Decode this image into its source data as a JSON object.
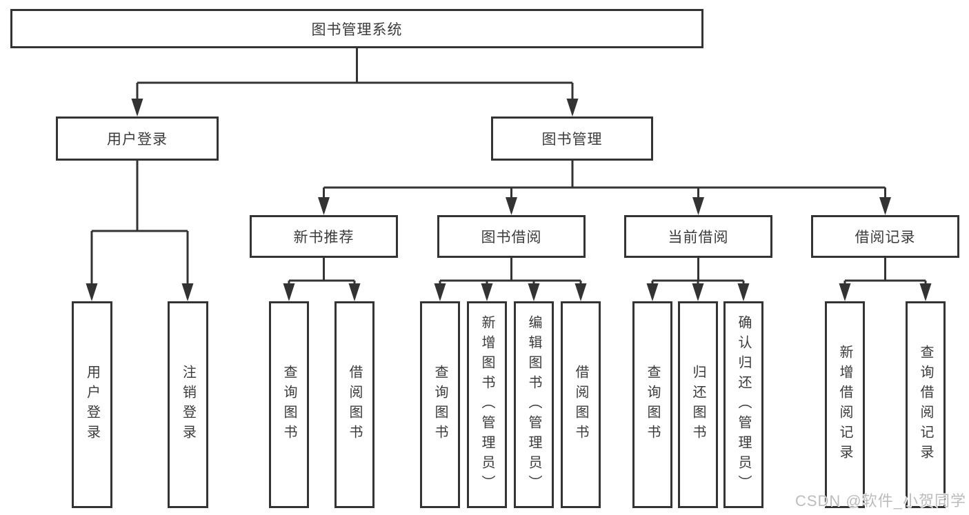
{
  "diagram": {
    "root": "图书管理系统",
    "branches": [
      {
        "label": "用户登录",
        "children": [
          "用户登录",
          "注销登录"
        ]
      },
      {
        "label": "图书管理",
        "groups": [
          {
            "label": "新书推荐",
            "children": [
              "查询图书",
              "借阅图书"
            ]
          },
          {
            "label": "图书借阅",
            "children": [
              "查询图书",
              "新增图书（管理员）",
              "编辑图书（管理员）",
              "借阅图书"
            ]
          },
          {
            "label": "当前借阅",
            "children": [
              "查询图书",
              "归还图书",
              "确认归还（管理员）"
            ]
          },
          {
            "label": "借阅记录",
            "children": [
              "新增借阅记录",
              "查询借阅记录"
            ]
          }
        ]
      }
    ]
  },
  "watermark": "CSDN @软件_小贺同学",
  "colors": {
    "line": "#333333",
    "text": "#3b3b3b",
    "background": "#ffffff",
    "watermark": "#bcbcbc"
  }
}
